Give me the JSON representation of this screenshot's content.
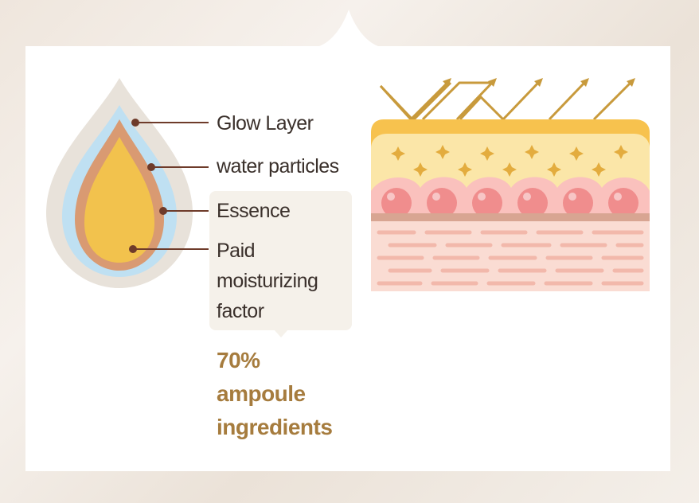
{
  "labels": {
    "glow_layer": "Glow Layer",
    "water_particles": "water particles",
    "essence": "Essence",
    "moisturizing_factor": "Paid moisturizing factor"
  },
  "callout": {
    "percent": "70%",
    "line2": "ampoule",
    "line3": "ingredients"
  },
  "colors": {
    "leader_line": "#6e3b2a",
    "callout_text": "#a67c3e",
    "drop_outer": "#e8e2da",
    "drop_water": "#bfe0f2",
    "drop_essence": "#d99a72",
    "drop_core": "#f2c24d",
    "skin_top": "#f7c24e",
    "skin_glow": "#fbe6a8",
    "skin_cells": "#f4a3a3",
    "skin_base": "#fadcd3"
  }
}
